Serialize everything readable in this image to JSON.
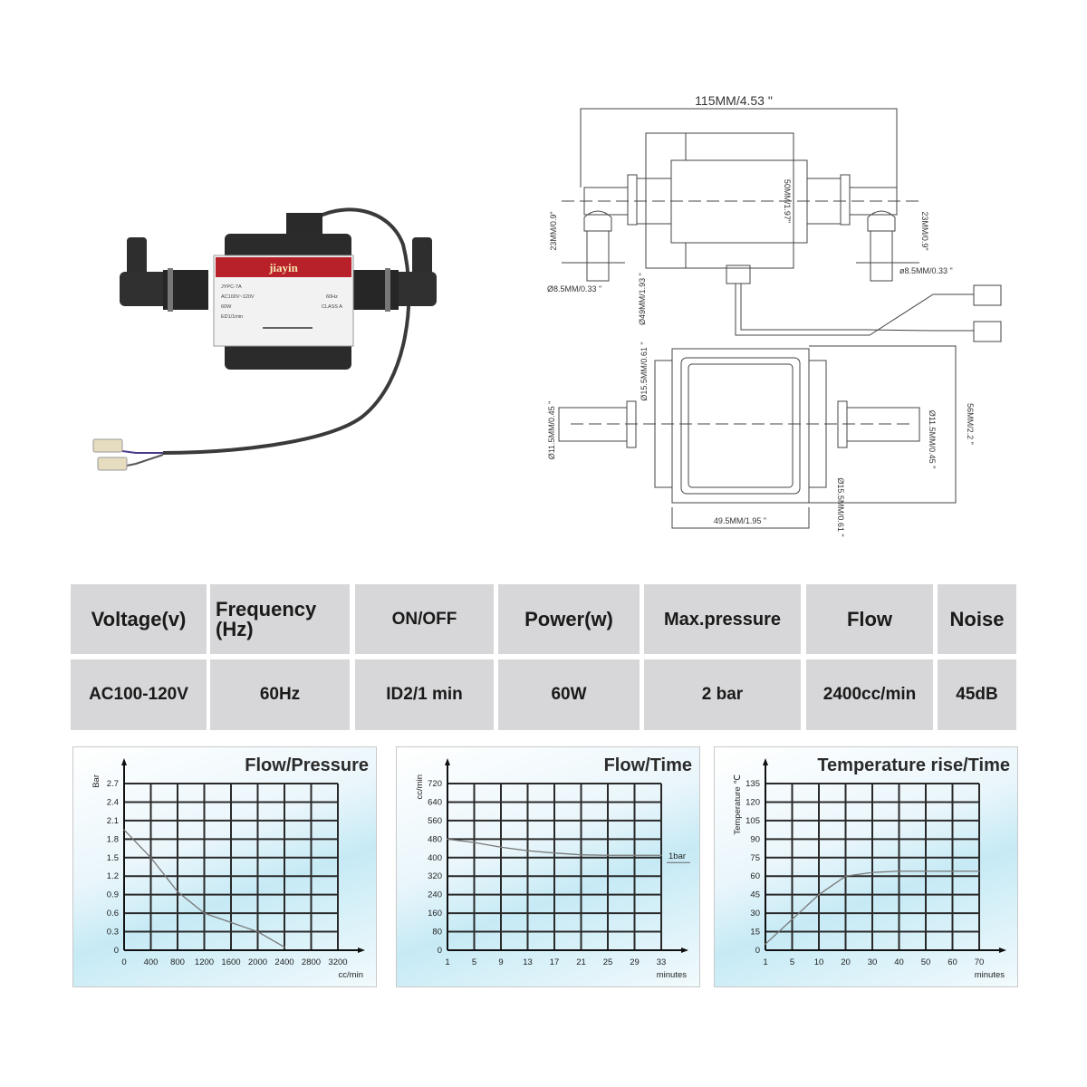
{
  "product_photo": {
    "brand_label": "jiayin",
    "label_lines": [
      "JYPC-7A",
      "AC100V~120V",
      "60Hz",
      "60W",
      "CLASS A",
      "ED1/1min"
    ]
  },
  "drawing": {
    "overall_length": "115MM/4.53 \"",
    "body_height": "50MM/1.97\"",
    "left_outlet_height": "23MM/0.9\"",
    "right_outlet_height": "23MM/0.9\"",
    "left_outlet_dia": "Ø8.5MM/0.33 \"",
    "right_outlet_dia": "ø8.5MM/0.33 \"",
    "body_dia": "Ø49MM/1.93 \"",
    "flange_dia_top": "Ø15.5MM/0.61 \"",
    "left_inlet_dia": "Ø11.5MM/0.45 \"",
    "right_inlet_dia": "Ø11.5MM/0.45 \"",
    "flange_dia_bottom": "Ø15.5MM/0.61 \"",
    "body_width": "49.5MM/1.95 \"",
    "body_depth": "56MM/2.2 \""
  },
  "spec_table": {
    "headers": [
      "Voltage(v)",
      "Frequency (Hz)",
      "ON/OFF",
      "Power(w)",
      "Max.pressure",
      "Flow",
      "Noise"
    ],
    "values": [
      "AC100-120V",
      "60Hz",
      "ID2/1 min",
      "60W",
      "2 bar",
      "2400cc/min",
      "45dB"
    ]
  },
  "chart_data": [
    {
      "type": "line",
      "title": "Flow/Pressure",
      "xlabel": "cc/min",
      "ylabel": "Bar",
      "x_ticks": [
        0,
        400,
        800,
        1200,
        1600,
        2000,
        2400,
        2800,
        3200
      ],
      "y_ticks": [
        0,
        0.3,
        0.6,
        0.9,
        1.2,
        1.5,
        1.8,
        2.1,
        2.4,
        2.7
      ],
      "ylim": [
        0,
        2.7
      ],
      "grid": true,
      "series": [
        {
          "name": "pressure",
          "x": [
            0,
            400,
            800,
            1200,
            1600,
            2000,
            2400
          ],
          "y": [
            1.95,
            1.5,
            0.95,
            0.6,
            0.45,
            0.3,
            0.05
          ]
        }
      ]
    },
    {
      "type": "line",
      "title": "Flow/Time",
      "xlabel": "minutes",
      "ylabel": "cc/min",
      "x_ticks": [
        1,
        5,
        9,
        13,
        17,
        21,
        25,
        29,
        33
      ],
      "y_ticks": [
        0,
        80,
        160,
        240,
        320,
        400,
        480,
        560,
        640,
        720
      ],
      "ylim": [
        0,
        720
      ],
      "grid": true,
      "annotation": "1bar",
      "series": [
        {
          "name": "1bar",
          "x": [
            1,
            5,
            9,
            13,
            17,
            21,
            25,
            29,
            33
          ],
          "y": [
            480,
            465,
            445,
            430,
            420,
            412,
            410,
            410,
            410
          ]
        }
      ]
    },
    {
      "type": "line",
      "title": "Temperature rise/Time",
      "xlabel": "minutes",
      "ylabel": "Temperature ℃",
      "x_ticks": [
        1,
        5,
        10,
        20,
        30,
        40,
        50,
        60,
        70
      ],
      "y_ticks": [
        0,
        15,
        30,
        45,
        60,
        75,
        90,
        105,
        120,
        135
      ],
      "ylim": [
        0,
        135
      ],
      "grid": true,
      "series": [
        {
          "name": "temperature",
          "x": [
            1,
            5,
            10,
            20,
            30,
            40,
            50,
            60,
            70
          ],
          "y": [
            5,
            25,
            45,
            60,
            63,
            64,
            64,
            64,
            64
          ]
        }
      ]
    }
  ]
}
